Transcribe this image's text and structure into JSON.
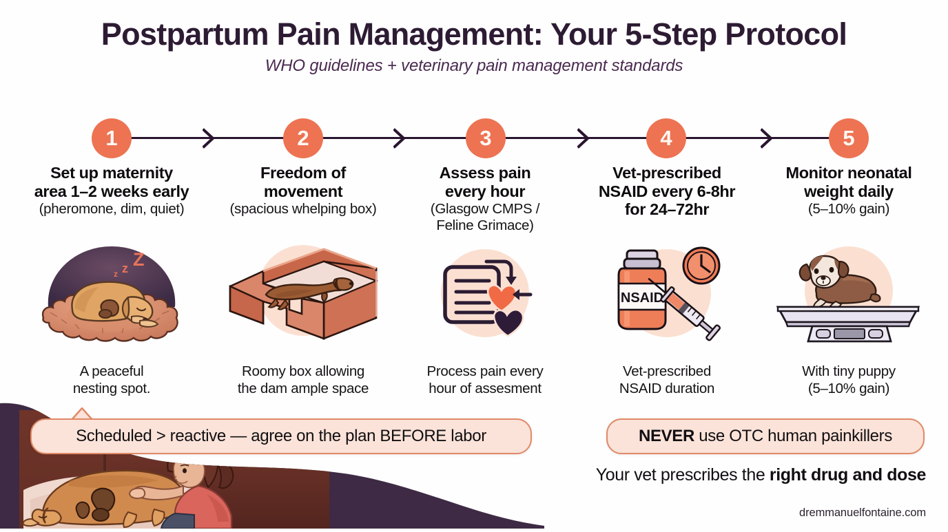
{
  "header": {
    "title": "Postpartum Pain Management: Your 5-Step Protocol",
    "subtitle": "WHO guidelines + veterinary pain management standards"
  },
  "colors": {
    "title_text": "#2D1B33",
    "subtitle_text": "#4A2A50",
    "accent_orange": "#ED7353",
    "timeline_line": "#2A1530",
    "callout_fill": "#FBE3D9",
    "callout_border": "#E08968",
    "art_circle_peach": "#FBE0D2",
    "body_text": "#151315",
    "blob_purple": "#3E2A44"
  },
  "timeline": {
    "arrow_icon": "chevron-right-icon",
    "numbers": [
      "1",
      "2",
      "3",
      "4",
      "5"
    ]
  },
  "steps": [
    {
      "number": "1",
      "heading": "Set up maternity\narea 1–2 weeks early",
      "sub": "(pheromone, dim, quiet)",
      "caption": "A peaceful\nnesting spot.",
      "art_name": "sleeping-dog-in-nest-illustration"
    },
    {
      "number": "2",
      "heading": "Freedom of\nmovement",
      "sub": "(spacious whelping box)",
      "caption": "Roomy box allowing\nthe dam ample space",
      "art_name": "whelping-box-illustration"
    },
    {
      "number": "3",
      "heading": "Assess pain\nevery hour",
      "sub": "(Glasgow CMPS /\nFeline Grimace)",
      "caption": "Process pain every\nhour of assesment",
      "art_name": "pain-assessment-checklist-illustration"
    },
    {
      "number": "4",
      "heading": "Vet-prescribed\nNSAID every 6-8hr\nfor 24–72hr",
      "sub": "",
      "caption": "Vet-prescribed\nNSAID duration",
      "art_name": "nsaid-bottle-syringe-clock-illustration",
      "art_label": "NSAID"
    },
    {
      "number": "5",
      "heading": "Monitor neonatal\nweight daily",
      "sub": "(5–10% gain)",
      "caption": "With tiny puppy\n(5–10% gain)",
      "art_name": "puppy-on-scale-illustration"
    }
  ],
  "callouts": {
    "left": "Scheduled > reactive — agree on the plan BEFORE labor",
    "right_bold": "NEVER",
    "right_rest": " use OTC human painkillers"
  },
  "footer": {
    "line_plain": "Your vet prescribes the ",
    "line_bold": "right drug and dose",
    "url": "dremmanuelfontaine.com"
  },
  "bottom_art": {
    "name": "woman-caring-for-nursing-dog-illustration"
  }
}
